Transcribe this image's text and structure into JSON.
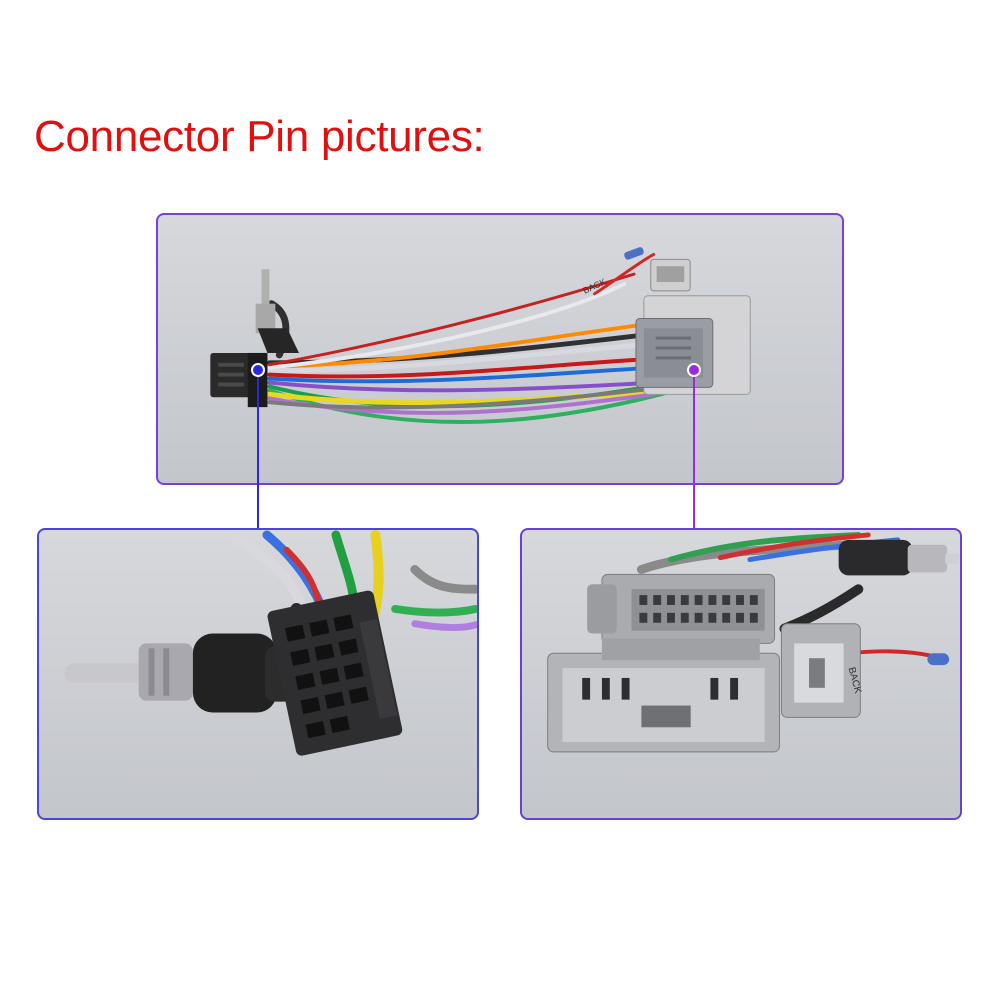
{
  "header": {
    "title": "Connector Pin pictures:",
    "title_color": "#e01010"
  },
  "colors": {
    "panel_frame": "#7a3fd6",
    "left_callout": "#2a2ad8",
    "right_callout": "#9a2ae0",
    "panel_bg": "#cfd2d6"
  },
  "photos": {
    "harness": {
      "label": "wiring harness overview",
      "stamp": "BACK"
    },
    "iso_plug": {
      "label": "ISO plug and antenna adapter close-up"
    },
    "oem_plugs": {
      "label": "vehicle connectors close-up",
      "stamp": "BACK"
    }
  }
}
